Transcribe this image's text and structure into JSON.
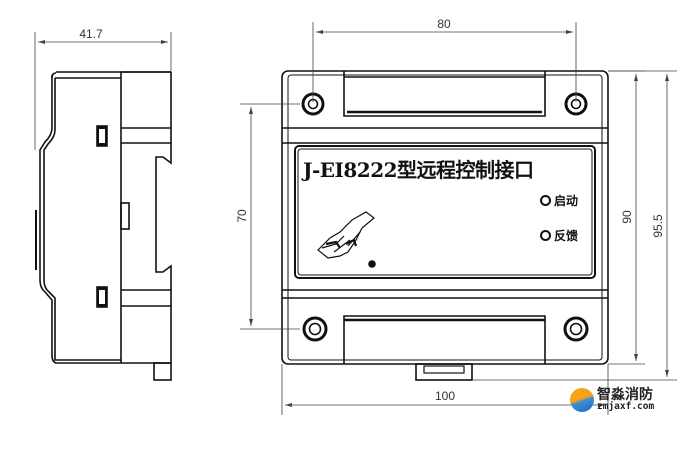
{
  "drawing": {
    "product_label": "J-EI8222型远程控制接口",
    "indicators": [
      {
        "label": "启动"
      },
      {
        "label": "反馈"
      }
    ],
    "dimensions": {
      "side_width": "41.7",
      "hole_spacing_h": "80",
      "hole_spacing_v": "70",
      "body_height": "90",
      "total_height": "95.5",
      "body_width": "100"
    }
  },
  "watermark": {
    "brand": "智淼消防",
    "url": "zmjaxf.com"
  }
}
